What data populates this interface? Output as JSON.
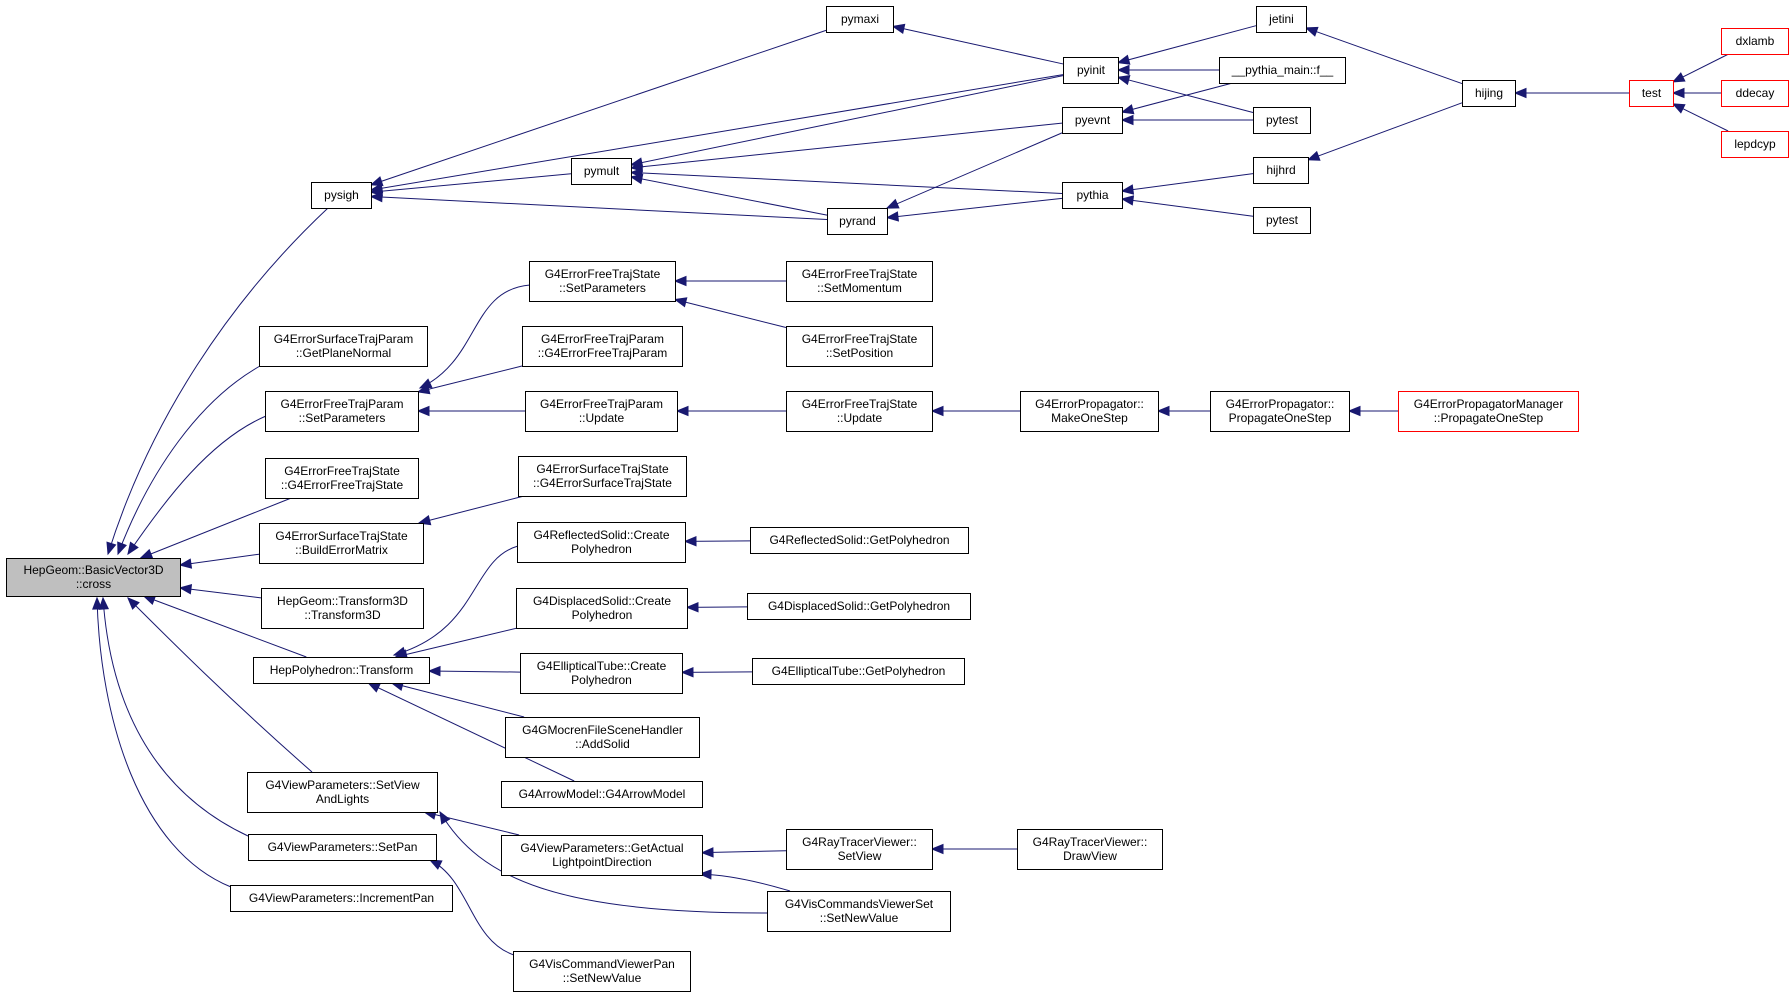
{
  "graph": {
    "root": "n_root",
    "nodes": {
      "n_root": {
        "lines": [
          "HepGeom::BasicVector3D",
          "::cross"
        ],
        "root": true
      },
      "n_pysigh": {
        "lines": [
          "pysigh"
        ]
      },
      "n_pymaxi": {
        "lines": [
          "pymaxi"
        ]
      },
      "n_pymult": {
        "lines": [
          "pymult"
        ]
      },
      "n_pyrand": {
        "lines": [
          "pyrand"
        ]
      },
      "n_pyinit": {
        "lines": [
          "pyinit"
        ]
      },
      "n_pyevnt": {
        "lines": [
          "pyevnt"
        ]
      },
      "n_pythia": {
        "lines": [
          "pythia"
        ]
      },
      "n_jetini": {
        "lines": [
          "jetini"
        ]
      },
      "n_pythia_main": {
        "lines": [
          "__pythia_main::f__"
        ]
      },
      "n_pytest1": {
        "lines": [
          "pytest"
        ]
      },
      "n_hijhrd": {
        "lines": [
          "hijhrd"
        ]
      },
      "n_pytest2": {
        "lines": [
          "pytest"
        ]
      },
      "n_hijing": {
        "lines": [
          "hijing"
        ]
      },
      "n_test": {
        "lines": [
          "test"
        ],
        "red": true
      },
      "n_dxlamb": {
        "lines": [
          "dxlamb"
        ],
        "red": true
      },
      "n_ddecay": {
        "lines": [
          "ddecay"
        ],
        "red": true
      },
      "n_lepdcyp": {
        "lines": [
          "lepdcyp"
        ],
        "red": true
      },
      "n_esp_getplane": {
        "lines": [
          "G4ErrorSurfaceTrajParam",
          "::GetPlaneNormal"
        ]
      },
      "n_eftp_setparams": {
        "lines": [
          "G4ErrorFreeTrajParam",
          "::SetParameters"
        ]
      },
      "n_efts_ctor": {
        "lines": [
          "G4ErrorFreeTrajState",
          "::G4ErrorFreeTrajState"
        ]
      },
      "n_ests_builderr": {
        "lines": [
          "G4ErrorSurfaceTrajState",
          "::BuildErrorMatrix"
        ]
      },
      "n_transform3d": {
        "lines": [
          "HepGeom::Transform3D",
          "::Transform3D"
        ]
      },
      "n_hp_transform": {
        "lines": [
          "HepPolyhedron::Transform"
        ]
      },
      "n_vp_setview": {
        "lines": [
          "G4ViewParameters::SetView",
          "AndLights"
        ]
      },
      "n_vp_setpan": {
        "lines": [
          "G4ViewParameters::SetPan"
        ]
      },
      "n_vp_incpan": {
        "lines": [
          "G4ViewParameters::IncrementPan"
        ]
      },
      "n_efts_setparams": {
        "lines": [
          "G4ErrorFreeTrajState",
          "::SetParameters"
        ]
      },
      "n_eftp_ctor": {
        "lines": [
          "G4ErrorFreeTrajParam",
          "::G4ErrorFreeTrajParam"
        ]
      },
      "n_eftp_update": {
        "lines": [
          "G4ErrorFreeTrajParam",
          "::Update"
        ]
      },
      "n_ests_ctor": {
        "lines": [
          "G4ErrorSurfaceTrajState",
          "::G4ErrorSurfaceTrajState"
        ]
      },
      "n_refl_create": {
        "lines": [
          "G4ReflectedSolid::Create",
          "Polyhedron"
        ]
      },
      "n_disp_create": {
        "lines": [
          "G4DisplacedSolid::Create",
          "Polyhedron"
        ]
      },
      "n_ellip_create": {
        "lines": [
          "G4EllipticalTube::Create",
          "Polyhedron"
        ]
      },
      "n_mocren_addsolid": {
        "lines": [
          "G4GMocrenFileSceneHandler",
          "::AddSolid"
        ]
      },
      "n_arrow_ctor": {
        "lines": [
          "G4ArrowModel::G4ArrowModel"
        ]
      },
      "n_vp_getactual": {
        "lines": [
          "G4ViewParameters::GetActual",
          "LightpointDirection"
        ]
      },
      "n_vcvp_setnew": {
        "lines": [
          "G4VisCommandViewerPan",
          "::SetNewValue"
        ]
      },
      "n_efts_setmom": {
        "lines": [
          "G4ErrorFreeTrajState",
          "::SetMomentum"
        ]
      },
      "n_efts_setpos": {
        "lines": [
          "G4ErrorFreeTrajState",
          "::SetPosition"
        ]
      },
      "n_efts_update": {
        "lines": [
          "G4ErrorFreeTrajState",
          "::Update"
        ]
      },
      "n_refl_getpoly": {
        "lines": [
          "G4ReflectedSolid::GetPolyhedron"
        ]
      },
      "n_disp_getpoly": {
        "lines": [
          "G4DisplacedSolid::GetPolyhedron"
        ]
      },
      "n_ellip_getpoly": {
        "lines": [
          "G4EllipticalTube::GetPolyhedron"
        ]
      },
      "n_rtv_setview": {
        "lines": [
          "G4RayTracerViewer::",
          "SetView"
        ]
      },
      "n_vcvs_setnew": {
        "lines": [
          "G4VisCommandsViewerSet",
          "::SetNewValue"
        ]
      },
      "n_ep_makeone": {
        "lines": [
          "G4ErrorPropagator::",
          "MakeOneStep"
        ]
      },
      "n_rtv_drawview": {
        "lines": [
          "G4RayTracerViewer::",
          "DrawView"
        ]
      },
      "n_ep_propone": {
        "lines": [
          "G4ErrorPropagator::",
          "PropagateOneStep"
        ]
      },
      "n_epm_propone": {
        "lines": [
          "G4ErrorPropagatorManager",
          "::PropagateOneStep"
        ],
        "red": true
      }
    },
    "edges": [
      [
        "n_pysigh",
        "n_root"
      ],
      [
        "n_esp_getplane",
        "n_root"
      ],
      [
        "n_eftp_setparams",
        "n_root"
      ],
      [
        "n_efts_ctor",
        "n_root"
      ],
      [
        "n_ests_builderr",
        "n_root"
      ],
      [
        "n_transform3d",
        "n_root"
      ],
      [
        "n_hp_transform",
        "n_root"
      ],
      [
        "n_vp_setview",
        "n_root"
      ],
      [
        "n_vp_setpan",
        "n_root"
      ],
      [
        "n_vp_incpan",
        "n_root"
      ],
      [
        "n_pymaxi",
        "n_pysigh"
      ],
      [
        "n_pymult",
        "n_pysigh"
      ],
      [
        "n_pyrand",
        "n_pysigh"
      ],
      [
        "n_pyinit",
        "n_pysigh"
      ],
      [
        "n_pyinit",
        "n_pymaxi"
      ],
      [
        "n_pyevnt",
        "n_pymult"
      ],
      [
        "n_pyinit",
        "n_pymult"
      ],
      [
        "n_pythia",
        "n_pymult"
      ],
      [
        "n_pyrand",
        "n_pymult"
      ],
      [
        "n_pyevnt",
        "n_pyrand"
      ],
      [
        "n_pythia",
        "n_pyrand"
      ],
      [
        "n_jetini",
        "n_pyinit"
      ],
      [
        "n_pythia_main",
        "n_pyinit"
      ],
      [
        "n_pytest1",
        "n_pyinit"
      ],
      [
        "n_pythia_main",
        "n_pyevnt"
      ],
      [
        "n_pytest1",
        "n_pyevnt"
      ],
      [
        "n_hijhrd",
        "n_pythia"
      ],
      [
        "n_pytest2",
        "n_pythia"
      ],
      [
        "n_hijing",
        "n_jetini"
      ],
      [
        "n_hijing",
        "n_hijhrd"
      ],
      [
        "n_test",
        "n_hijing"
      ],
      [
        "n_dxlamb",
        "n_test"
      ],
      [
        "n_ddecay",
        "n_test"
      ],
      [
        "n_lepdcyp",
        "n_test"
      ],
      [
        "n_efts_setparams",
        "n_eftp_setparams"
      ],
      [
        "n_eftp_ctor",
        "n_eftp_setparams"
      ],
      [
        "n_eftp_update",
        "n_eftp_setparams"
      ],
      [
        "n_efts_setmom",
        "n_efts_setparams"
      ],
      [
        "n_efts_setpos",
        "n_efts_setparams"
      ],
      [
        "n_efts_update",
        "n_eftp_update"
      ],
      [
        "n_ep_makeone",
        "n_efts_update"
      ],
      [
        "n_ep_propone",
        "n_ep_makeone"
      ],
      [
        "n_epm_propone",
        "n_ep_propone"
      ],
      [
        "n_ests_ctor",
        "n_ests_builderr"
      ],
      [
        "n_refl_create",
        "n_hp_transform"
      ],
      [
        "n_disp_create",
        "n_hp_transform"
      ],
      [
        "n_ellip_create",
        "n_hp_transform"
      ],
      [
        "n_mocren_addsolid",
        "n_hp_transform"
      ],
      [
        "n_arrow_ctor",
        "n_hp_transform"
      ],
      [
        "n_refl_getpoly",
        "n_refl_create"
      ],
      [
        "n_disp_getpoly",
        "n_disp_create"
      ],
      [
        "n_ellip_getpoly",
        "n_ellip_create"
      ],
      [
        "n_vp_getactual",
        "n_vp_setview"
      ],
      [
        "n_vcvs_setnew",
        "n_vp_setview"
      ],
      [
        "n_rtv_setview",
        "n_vp_getactual"
      ],
      [
        "n_vcvs_setnew",
        "n_vp_getactual"
      ],
      [
        "n_rtv_drawview",
        "n_rtv_setview"
      ],
      [
        "n_vcvp_setnew",
        "n_vp_setpan"
      ]
    ]
  },
  "colors": {
    "edge": "#191970",
    "root_fill": "#bfbfbf",
    "node_border": "#000000",
    "truncated_border": "#ff0000",
    "background": "#ffffff"
  }
}
